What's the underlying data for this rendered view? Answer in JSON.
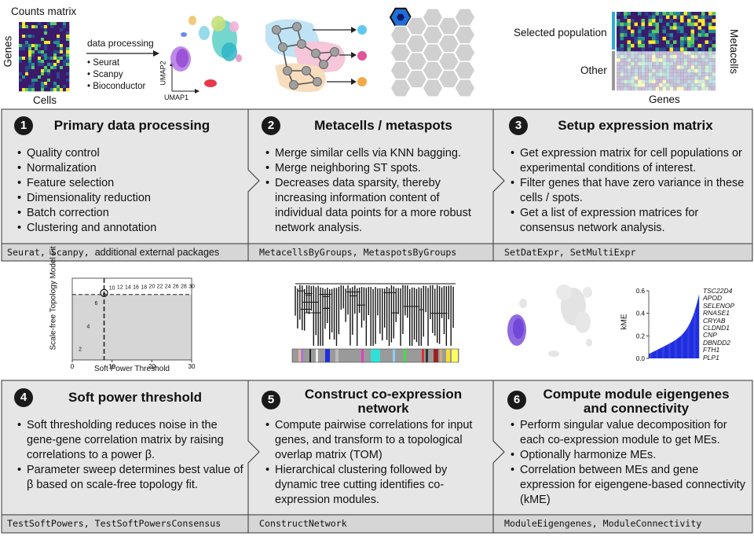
{
  "top_illustrations": {
    "counts_matrix_title": "Counts matrix",
    "genes_axis": "Genes",
    "cells_axis": "Cells",
    "data_processing_label": "data processing",
    "tools": [
      "Seurat",
      "Scanpy",
      "Bioconductor"
    ],
    "umap_y": "UMAP2",
    "umap_x": "UMAP1",
    "selected_population": "Selected population",
    "other": "Other",
    "metacells": "Metacells",
    "genes_bottom": "Genes"
  },
  "steps_top": [
    {
      "number": "1",
      "title": "Primary data processing",
      "bullets": [
        "Quality control",
        "Normalization",
        "Feature selection",
        "Dimensionality reduction",
        "Batch correction",
        "Clustering and annotation"
      ],
      "functions": "Seurat, Scanpy,",
      "functions_extra": "additional external packages"
    },
    {
      "number": "2",
      "title": "Metacells / metaspots",
      "bullets": [
        "Merge similar cells via KNN bagging.",
        "Merge neighboring ST spots.",
        "Decreases data sparsity, thereby increasing information content of individual data points for a more robust network analysis."
      ],
      "functions": "MetacellsByGroups, MetaspotsByGroups"
    },
    {
      "number": "3",
      "title": "Setup expression matrix",
      "bullets": [
        "Get expression matrix for cell populations or experimental conditions of interest.",
        "Filter genes that have zero variance in these cells / spots.",
        "Get a list of expression matrices for consensus network analysis."
      ],
      "functions": "SetDatExpr, SetMultiExpr"
    }
  ],
  "steps_bottom": [
    {
      "number": "4",
      "title": "Soft power threshold",
      "bullets": [
        "Soft thresholding reduces noise in the gene-gene correlation matrix by raising correlations to a power β.",
        "Parameter sweep determines best value of β based on scale-free topology fit."
      ],
      "functions": "TestSoftPowers, TestSoftPowersConsensus"
    },
    {
      "number": "5",
      "title": "Construct co-expression network",
      "bullets": [
        "Compute pairwise correlations for input genes, and transform to a topological overlap matrix (TOM)",
        "Hierarchical clustering followed by dynamic tree cutting identifies co-expression modules."
      ],
      "functions": "ConstructNetwork"
    },
    {
      "number": "6",
      "title": "Compute module eigengenes and connectivity",
      "bullets": [
        "Perform singular value decomposition for each co-expression module to get MEs.",
        "Optionally harmonize MEs.",
        "Correlation between MEs and gene expression for eigengene-based connectivity (kME)"
      ],
      "functions": "ModuleEigengenes, ModuleConnectivity"
    }
  ],
  "chart_data": [
    {
      "type": "scatter",
      "xlabel": "Soft Power Threshold",
      "ylabel": "Scale-free Topology Model Fit",
      "xlim": [
        0,
        30
      ],
      "ylim": [
        0,
        1
      ],
      "x_ticks": [
        "0",
        "10",
        "20",
        "30"
      ],
      "points": [
        {
          "x": 2,
          "y": 0.14,
          "label": "2"
        },
        {
          "x": 4,
          "y": 0.42,
          "label": "4"
        },
        {
          "x": 6,
          "y": 0.7,
          "label": "6"
        },
        {
          "x": 8,
          "y": 0.82,
          "label": "8"
        },
        {
          "x": 10,
          "y": 0.89,
          "label": "10"
        },
        {
          "x": 12,
          "y": 0.9,
          "label": "12"
        },
        {
          "x": 14,
          "y": 0.9,
          "label": "14"
        },
        {
          "x": 16,
          "y": 0.9,
          "label": "16"
        },
        {
          "x": 18,
          "y": 0.9,
          "label": "18"
        },
        {
          "x": 20,
          "y": 0.91,
          "label": "20"
        },
        {
          "x": 22,
          "y": 0.91,
          "label": "22"
        },
        {
          "x": 24,
          "y": 0.91,
          "label": "24"
        },
        {
          "x": 26,
          "y": 0.91,
          "label": "26"
        },
        {
          "x": 28,
          "y": 0.91,
          "label": "28"
        },
        {
          "x": 30,
          "y": 0.91,
          "label": "30"
        }
      ],
      "threshold_line_y": 0.8,
      "selected_power": 8
    },
    {
      "type": "bar",
      "ylabel": "kME",
      "ylim": [
        0,
        0.6
      ],
      "y_ticks": [
        "0.0",
        "0.2",
        "0.4",
        "0.6"
      ],
      "top_genes": [
        "TSC22D4",
        "APOD",
        "SELENOP",
        "RNASE1",
        "CRYAB",
        "CLDND1",
        "CNP",
        "DBNDD2",
        "FTH1",
        "PLP1"
      ],
      "bar_color": "#1f2ee0"
    }
  ],
  "colors": {
    "panel_bg": "#e6e6e6",
    "footer_bg": "#d6d6d6",
    "border": "#333333",
    "module_blue": "#1f2ee0",
    "node_blue": "#5ec8f0",
    "node_pink": "#e0559a",
    "node_orange": "#f2a94a"
  }
}
